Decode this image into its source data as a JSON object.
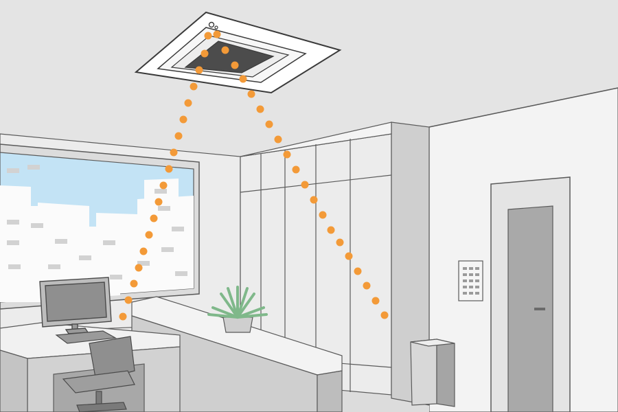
{
  "illustration": {
    "colors": {
      "airflow_dot": "#f39a38",
      "sky": "#c3e3f5",
      "wall_light": "#eeeeee",
      "ceiling": "#e5e5e5",
      "outline": "#4a4a4a",
      "plant": "#7fb88a",
      "ac_vent": "#4c4c4c"
    },
    "elements": [
      "cassette-air-conditioner",
      "airflow-stream-left",
      "airflow-stream-right",
      "office-window",
      "city-skyline",
      "desk",
      "computer-monitor",
      "keyboard",
      "office-chair",
      "reception-counter",
      "potted-plant",
      "wall-cabinets",
      "waste-bin",
      "wall-control-panel",
      "door"
    ]
  }
}
